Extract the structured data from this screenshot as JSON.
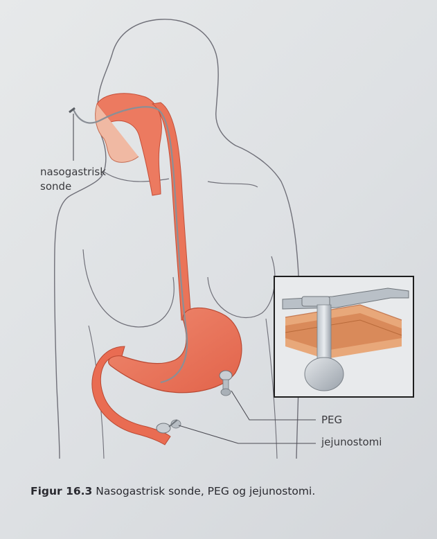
{
  "labels": {
    "nasogastric_line1": "nasogastrisk",
    "nasogastric_line2": "sonde",
    "peg": "PEG",
    "jejunostomy": "jejunostomi"
  },
  "caption": {
    "prefix": "Figur 16.3",
    "text": "Nasogastrisk sonde, PEG og jejunostomi."
  },
  "colors": {
    "organ": "#e8735a",
    "organ_light": "#f19a84",
    "outline": "#6a6a72",
    "tube": "#8a8f96",
    "inset_frame": "#1e1e1e"
  }
}
